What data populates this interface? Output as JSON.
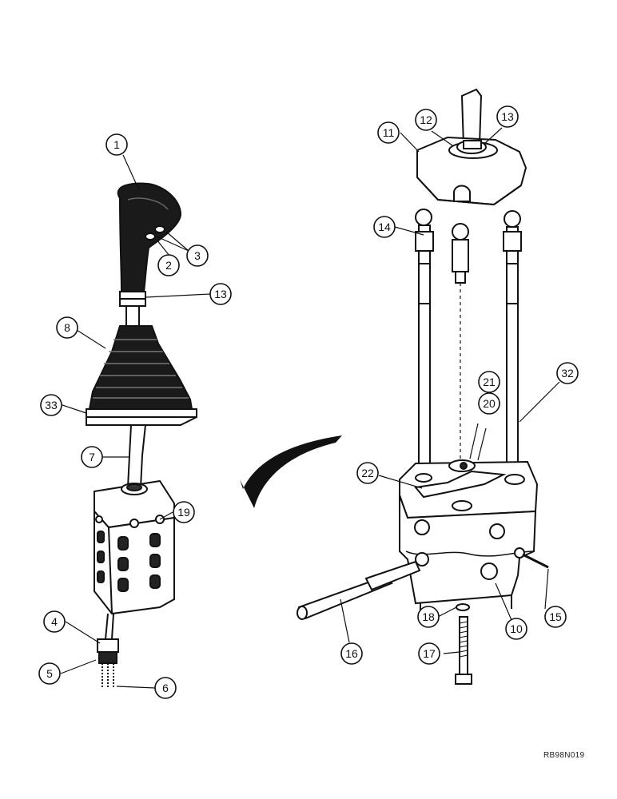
{
  "callouts": [
    "1",
    "2",
    "3",
    "13",
    "8",
    "33",
    "7",
    "19",
    "4",
    "5",
    "6",
    "11",
    "12",
    "13",
    "14",
    "21",
    "20",
    "32",
    "22",
    "16",
    "18",
    "10",
    "15",
    "17"
  ],
  "figure_ref": "RB98N019"
}
